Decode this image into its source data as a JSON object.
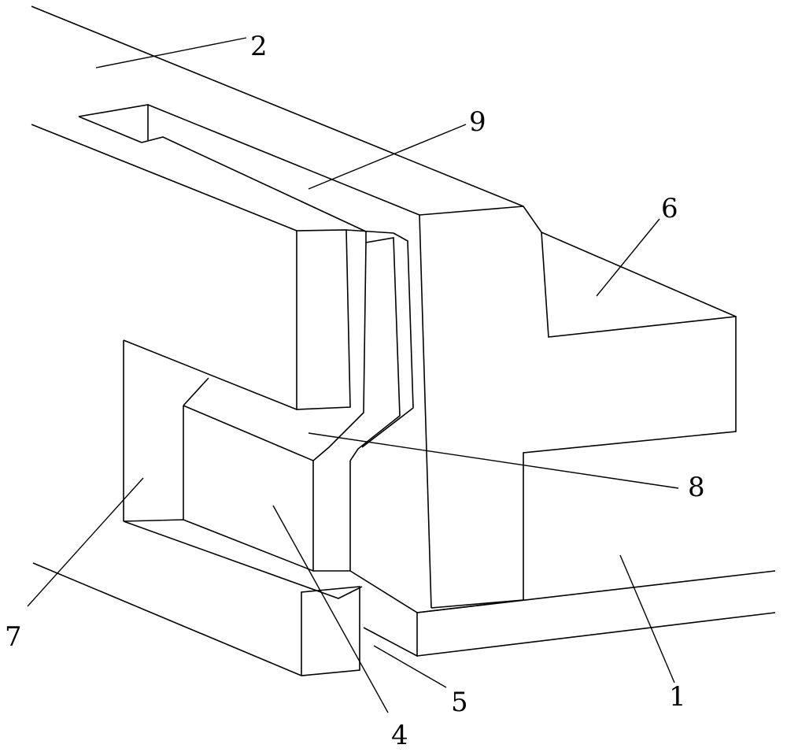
{
  "diagram": {
    "labels": [
      {
        "id": "2",
        "text": "2"
      },
      {
        "id": "9",
        "text": "9"
      },
      {
        "id": "6",
        "text": "6"
      },
      {
        "id": "8",
        "text": "8"
      },
      {
        "id": "7",
        "text": "7"
      },
      {
        "id": "1",
        "text": "1"
      },
      {
        "id": "5",
        "text": "5"
      },
      {
        "id": "4",
        "text": "4"
      }
    ]
  }
}
